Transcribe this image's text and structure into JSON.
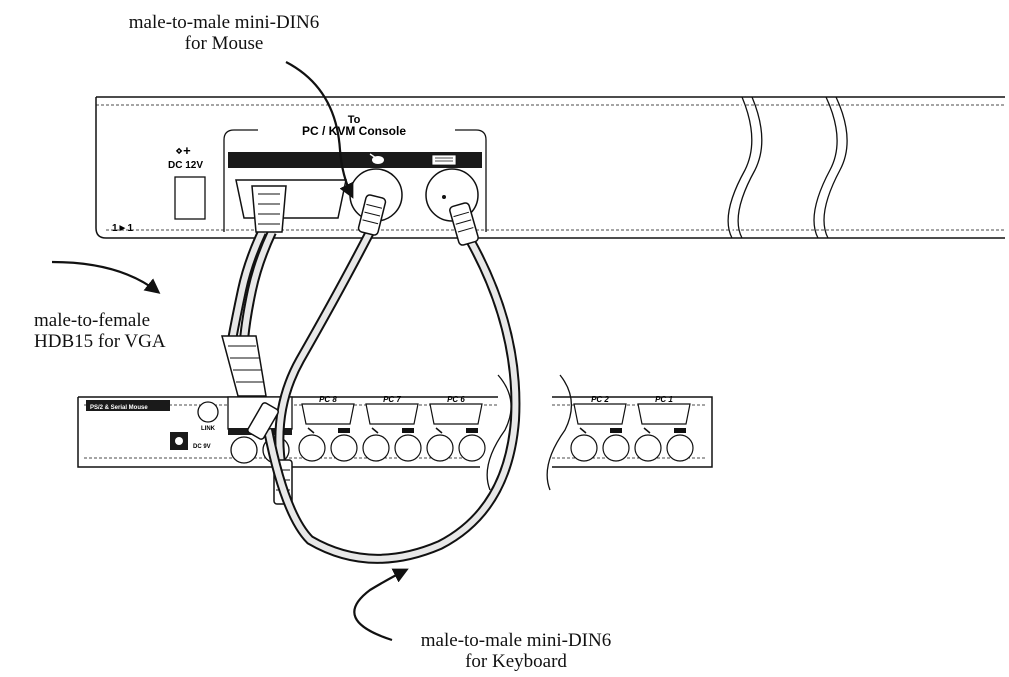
{
  "captions": {
    "mouse_cable": {
      "line1": "male-to-male mini-DIN6",
      "line2": "for Mouse"
    },
    "vga_cable": {
      "line1": "male-to-female",
      "line2": "HDB15 for VGA"
    },
    "keyboard_cable": {
      "line1": "male-to-male mini-DIN6",
      "line2": "for Keyboard"
    }
  },
  "console_panel": {
    "to_label": "To",
    "console_label": "PC / KVM Console",
    "power_symbol": "⋄+",
    "power_label": "DC 12V",
    "link_label": "1►1"
  },
  "switch_panel": {
    "mode_label": "PS/2 & Serial Mouse",
    "button_label": "LINK",
    "power_label": "DC 9V",
    "ports": [
      "PC 8",
      "PC 7",
      "PC 6",
      "PC 2",
      "PC 1"
    ]
  },
  "colors": {
    "ink": "#111111",
    "band": "#1a1a1a",
    "cable_fill": "#e8e8e8"
  }
}
